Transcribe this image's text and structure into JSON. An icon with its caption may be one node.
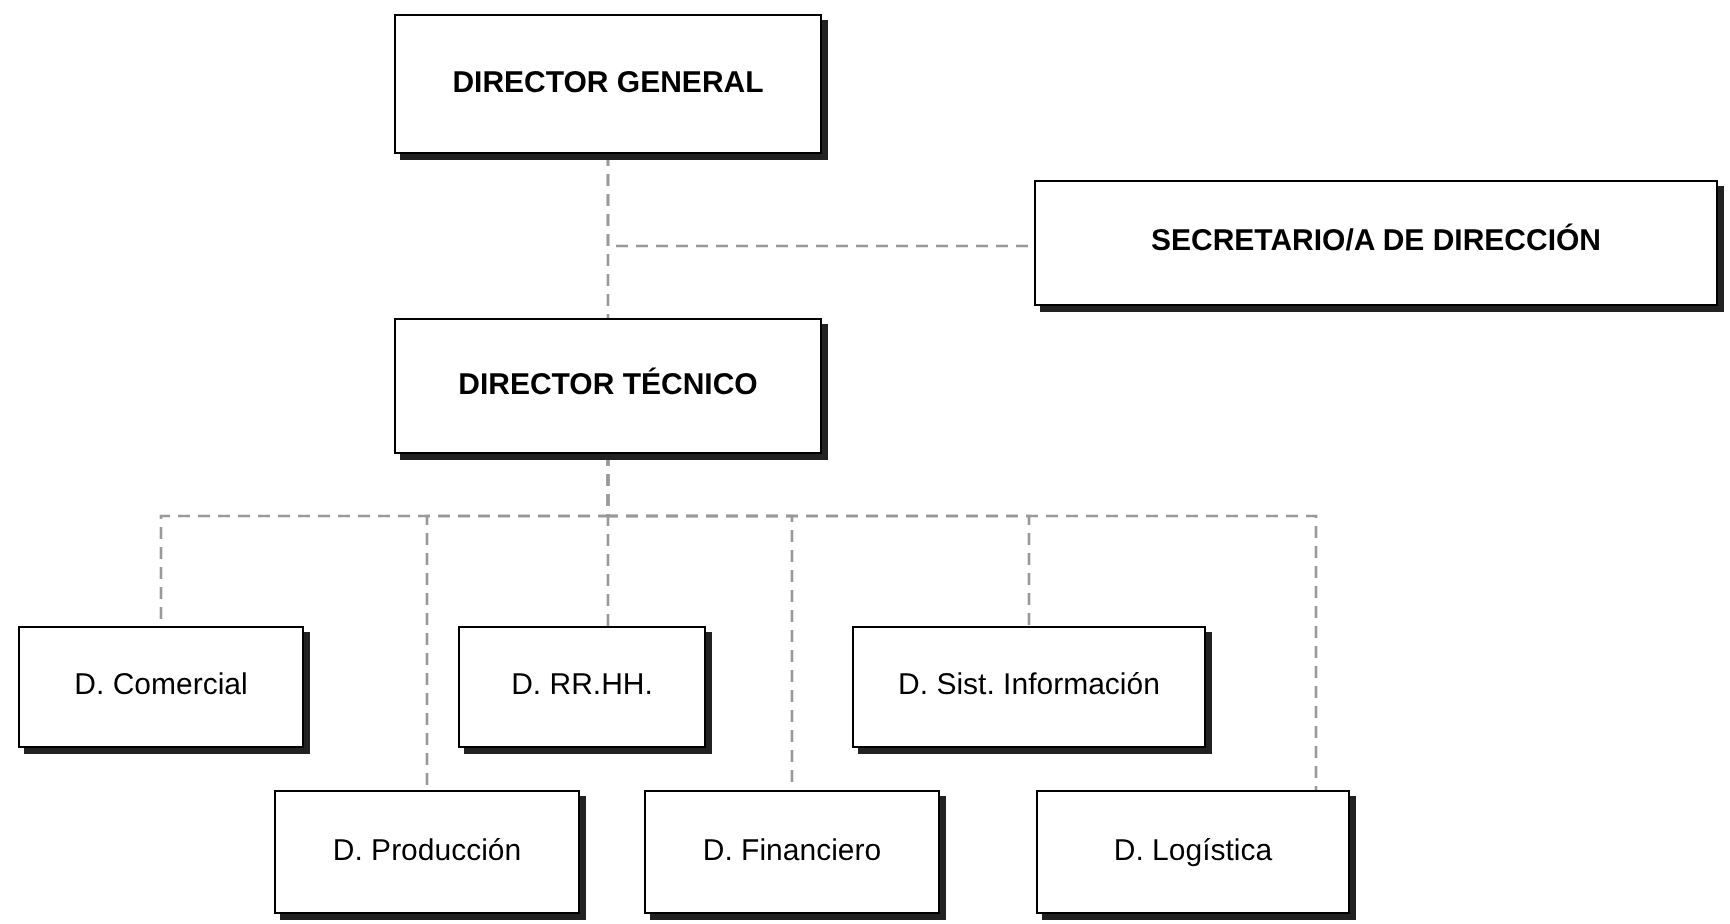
{
  "diagram": {
    "nodes": [
      {
        "text": [
          "DIRECTOR GENERAL"
        ]
      },
      {
        "text": [
          "SECRETARIO/A DE DIRECCIÓN"
        ]
      },
      {
        "text": [
          "DIRECTOR TÉCNICO"
        ]
      },
      {
        "text": [
          "D. Comercial"
        ]
      },
      {
        "text": [
          "D. RR.HH."
        ]
      },
      {
        "text": [
          "D. Sist. Información"
        ]
      },
      {
        "text": [
          "D. Producción"
        ]
      },
      {
        "text": [
          "D. Financiero"
        ]
      },
      {
        "text": [
          "D. Logística"
        ]
      }
    ],
    "edges": [
      {
        "from": 0,
        "to": 2,
        "arrow": "none",
        "style": "dashed"
      },
      {
        "from": 0,
        "to": 1,
        "arrow": "none",
        "style": "dashed"
      },
      {
        "from": 2,
        "to": 3,
        "arrow": "none",
        "style": "dashed"
      },
      {
        "from": 2,
        "to": 6,
        "arrow": "none",
        "style": "dashed"
      },
      {
        "from": 2,
        "to": 4,
        "arrow": "none",
        "style": "dashed"
      },
      {
        "from": 2,
        "to": 7,
        "arrow": "none",
        "style": "dashed"
      },
      {
        "from": 2,
        "to": 5,
        "arrow": "none",
        "style": "dashed"
      },
      {
        "from": 2,
        "to": 8,
        "arrow": "none",
        "style": "dashed"
      }
    ]
  }
}
